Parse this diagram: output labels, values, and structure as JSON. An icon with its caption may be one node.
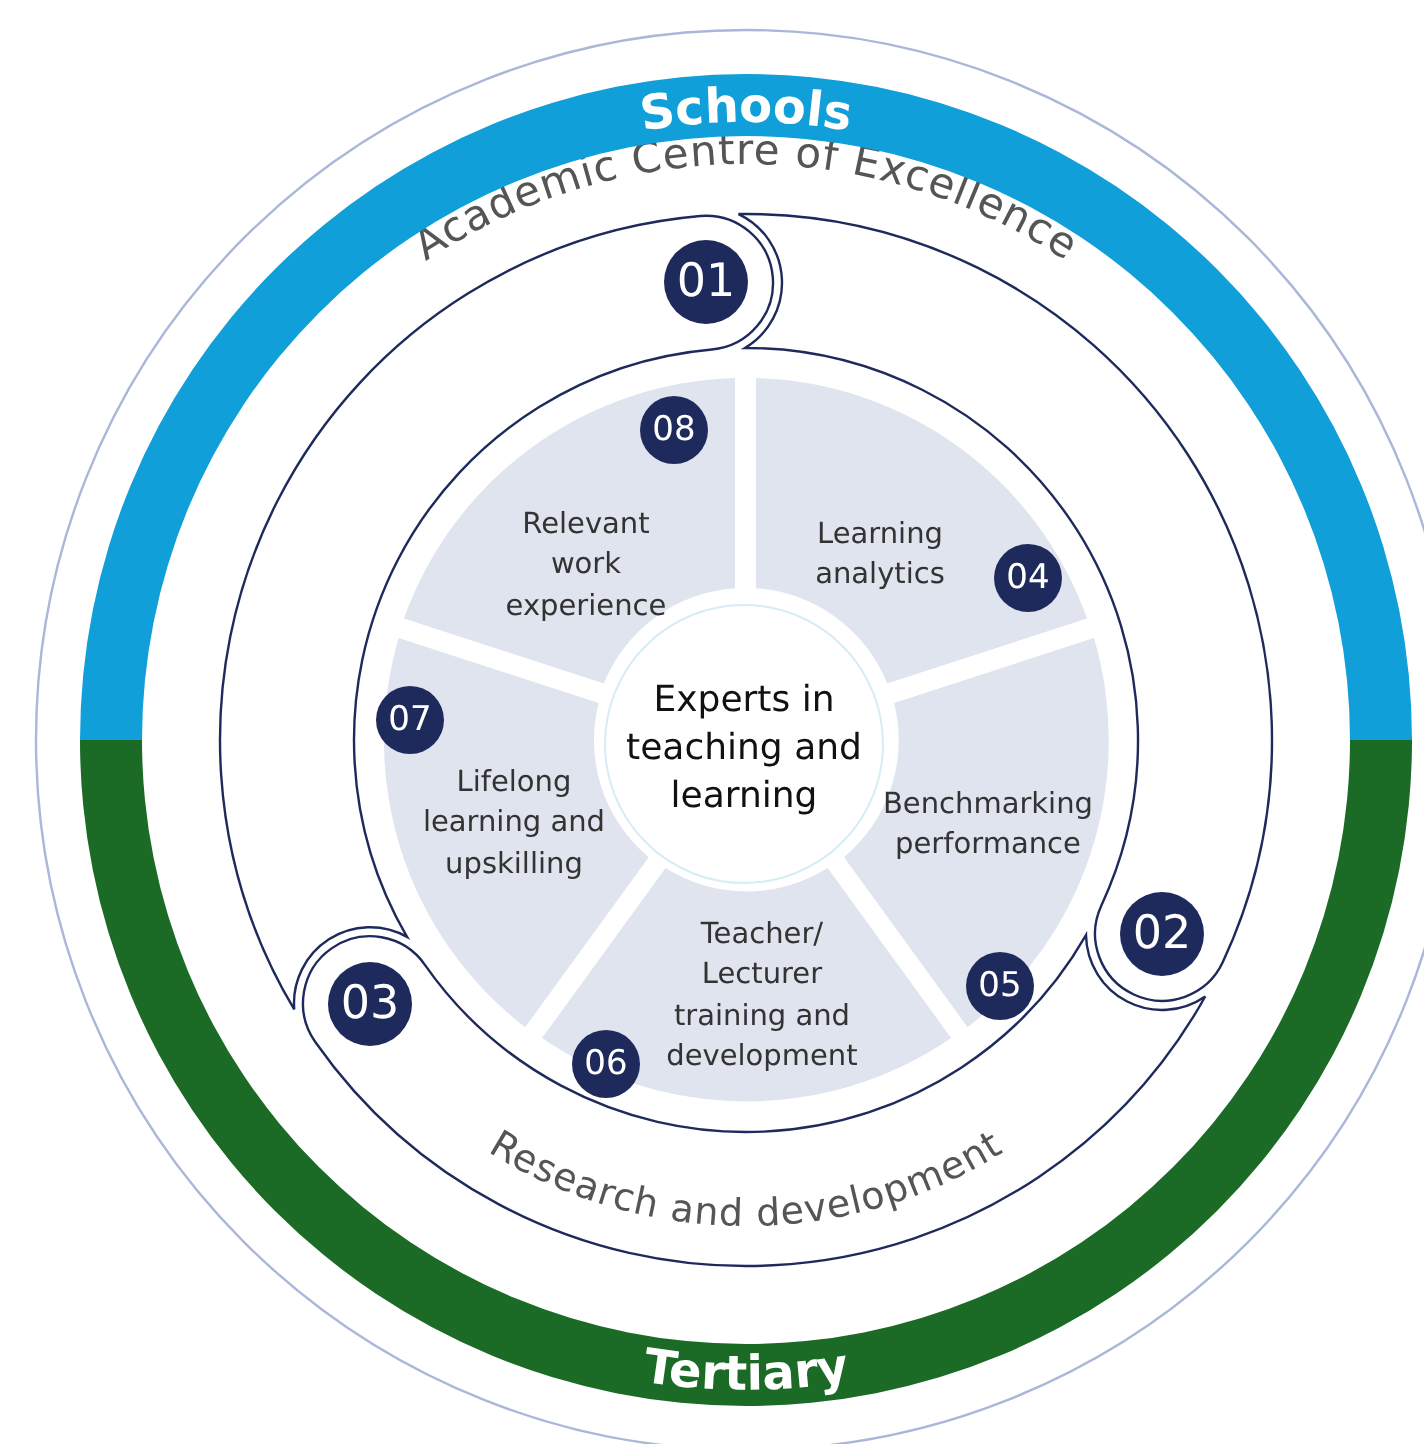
{
  "diagram": {
    "nodes": [
      {
        "text": [
          "Schools"
        ]
      },
      {
        "text": [
          "01"
        ]
      },
      {
        "text": [
          "08",
          "Relevant work experience"
        ]
      },
      {
        "text": [
          "Learning analytics",
          "04"
        ]
      },
      {
        "text": [
          "Experts in teaching and learning"
        ]
      },
      {
        "text": [
          "07",
          "Lifelong learning and upskilling"
        ]
      },
      {
        "text": [
          "Benchmarking performance",
          "05"
        ]
      },
      {
        "text": [
          "02"
        ]
      },
      {
        "text": [
          "03"
        ]
      },
      {
        "text": [
          "06",
          "Teacher/ Lecturer training and development"
        ]
      },
      {
        "text": [
          "Tertiary"
        ]
      }
    ],
    "labels": [
      "Academic Centre of Excellence",
      "Research and development"
    ]
  }
}
